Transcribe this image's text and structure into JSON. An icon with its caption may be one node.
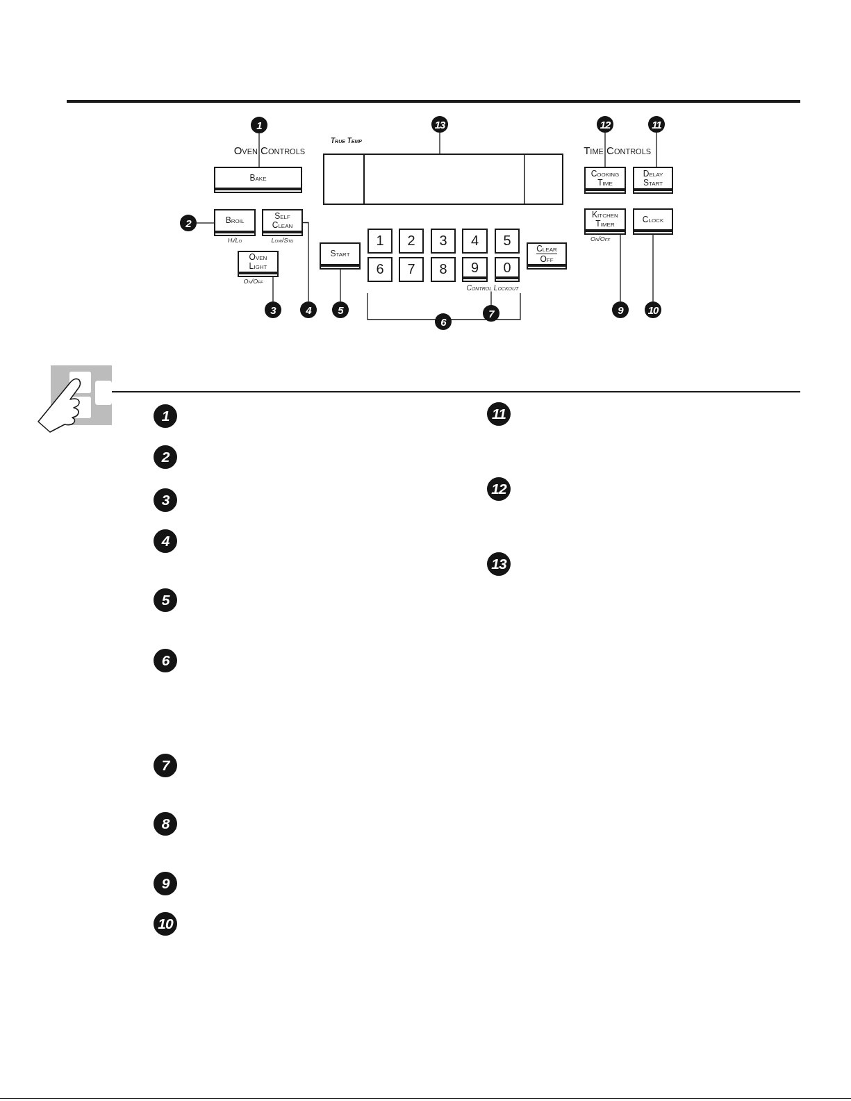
{
  "diagram": {
    "nodes": [
      {
        "text": [
          "1"
        ]
      },
      {
        "text": [
          "13"
        ]
      },
      {
        "text": [
          "12"
        ]
      },
      {
        "text": [
          "11"
        ]
      },
      {
        "text": [
          "Bake"
        ]
      },
      {
        "text": [],
        "shape": "box"
      },
      {
        "text": [
          "Cooking Time"
        ]
      },
      {
        "text": [
          "Delay Start"
        ]
      },
      {
        "text": [
          "2"
        ]
      },
      {
        "text": [
          "Broil"
        ],
        "beside": [
          "Hi/Lo"
        ]
      },
      {
        "text": [
          "Self Clean"
        ],
        "beside": [
          "Low/Std"
        ]
      },
      {
        "text": [
          "Kitchen Timer"
        ],
        "beside": [
          "On/Off"
        ]
      },
      {
        "text": [
          "Clock"
        ]
      },
      {
        "text": [
          "Start"
        ]
      },
      {
        "text": [
          "1"
        ]
      },
      {
        "text": [
          "2"
        ]
      },
      {
        "text": [
          "3"
        ]
      },
      {
        "text": [
          "4"
        ]
      },
      {
        "text": [
          "5"
        ]
      },
      {
        "text": [
          "Clear",
          "Off"
        ]
      },
      {
        "text": [
          "Oven Light"
        ],
        "beside": [
          "On/Off"
        ]
      },
      {
        "text": [
          "6"
        ]
      },
      {
        "text": [
          "7"
        ]
      },
      {
        "text": [
          "8"
        ]
      },
      {
        "text": [
          "9"
        ]
      },
      {
        "text": [
          "0"
        ]
      },
      {
        "text": [
          "Control Lockout"
        ]
      },
      {
        "text": [
          "3"
        ]
      },
      {
        "text": [
          "4"
        ]
      },
      {
        "text": [
          "5"
        ]
      },
      {
        "text": [
          "6"
        ]
      },
      {
        "text": [
          "7"
        ]
      },
      {
        "text": [
          "9"
        ]
      },
      {
        "text": [
          "10"
        ]
      },
      {
        "text": [
          "1"
        ]
      },
      {
        "text": [
          "2"
        ]
      },
      {
        "text": [
          "3"
        ]
      },
      {
        "text": [
          "4"
        ]
      },
      {
        "text": [
          "5"
        ]
      },
      {
        "text": [
          "6"
        ]
      },
      {
        "text": [
          "7"
        ]
      },
      {
        "text": [
          "8"
        ]
      },
      {
        "text": [
          "9"
        ]
      },
      {
        "text": [
          "10"
        ]
      },
      {
        "text": [
          "11"
        ]
      },
      {
        "text": [
          "12"
        ]
      },
      {
        "text": [
          "13"
        ]
      }
    ],
    "edges": [
      {
        "from": 0,
        "to": 4,
        "arrow": "none"
      },
      {
        "from": 1,
        "to": 5,
        "arrow": "none"
      },
      {
        "from": 2,
        "to": 6,
        "arrow": "none"
      },
      {
        "from": 3,
        "to": 7,
        "arrow": "none"
      },
      {
        "from": 8,
        "to": 9,
        "arrow": "none"
      },
      {
        "from": 27,
        "to": 20,
        "arrow": "none"
      },
      {
        "from": 28,
        "to": 10,
        "arrow": "none"
      },
      {
        "from": 29,
        "to": 13,
        "arrow": "none"
      },
      {
        "from": 31,
        "to": 26,
        "arrow": "none"
      },
      {
        "from": 32,
        "to": 11,
        "arrow": "none"
      },
      {
        "from": 33,
        "to": 12,
        "arrow": "none"
      }
    ],
    "labels": [
      "True Temp",
      "Oven Controls",
      "Time Controls"
    ]
  }
}
